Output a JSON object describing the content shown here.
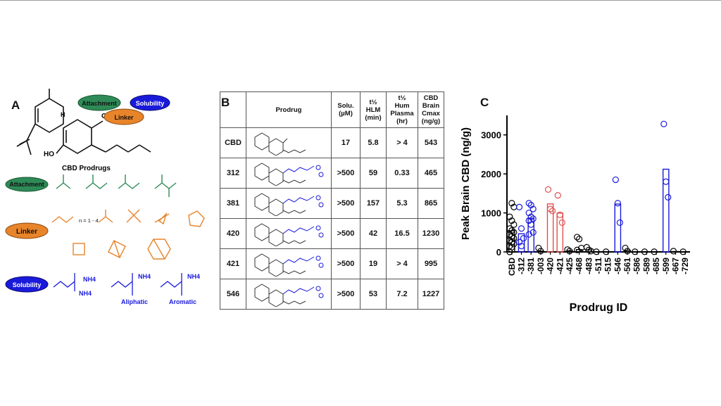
{
  "panel_a": {
    "letter": "A",
    "bubbles": {
      "attachment": "Attachment",
      "linker": "Linker",
      "solubility": "Solubility"
    },
    "caption": "CBD Prodrugs",
    "struct_labels": {
      "h": "H",
      "o": "O",
      "ho": "HO"
    },
    "rows": {
      "attachment": "Attachment",
      "linker": "Linker",
      "solubility": "Solubility"
    },
    "linker_n": "n = 1 - 4",
    "solubility_groups": [
      {
        "counter": "NH4",
        "counter2": "NH4",
        "tag": ""
      },
      {
        "counter": "NH4",
        "tag": "Aliphatic"
      },
      {
        "counter": "NH4",
        "tag": "Aromatic"
      }
    ],
    "colors": {
      "attachment": "#2e8b57",
      "linker": "#e8842a",
      "solubility": "#1a1adb"
    }
  },
  "panel_b": {
    "letter": "B",
    "headers": [
      [
        "",
        ""
      ],
      [
        "Prodrug"
      ],
      [
        "Solu.",
        "(µM)"
      ],
      [
        "t½",
        "HLM",
        "(min)"
      ],
      [
        "t½",
        "Hum",
        "Plasma",
        "(hr)"
      ],
      [
        "CBD",
        "Brain",
        "Cmax",
        "(ng/g)"
      ]
    ],
    "rows": [
      {
        "id": "CBD",
        "solu": "17",
        "hlm": "5.8",
        "plasma": "> 4",
        "cmax": "543"
      },
      {
        "id": "312",
        "solu": ">500",
        "hlm": "59",
        "plasma": "0.33",
        "cmax": "465"
      },
      {
        "id": "381",
        "solu": ">500",
        "hlm": "157",
        "plasma": "5.3",
        "cmax": "865"
      },
      {
        "id": "420",
        "solu": ">500",
        "hlm": "42",
        "plasma": "16.5",
        "cmax": "1230"
      },
      {
        "id": "421",
        "solu": ">500",
        "hlm": "19",
        "plasma": "> 4",
        "cmax": "995"
      },
      {
        "id": "546",
        "solu": ">500",
        "hlm": "53",
        "plasma": "7.2",
        "cmax": "1227"
      }
    ]
  },
  "panel_c": {
    "letter": "C"
  },
  "chart_data": {
    "type": "bar",
    "title": "",
    "xlabel": "Prodrug ID",
    "ylabel": "Peak Brain CBD (ng/g)",
    "ylim": [
      0,
      3500
    ],
    "yticks": [
      0,
      1000,
      2000,
      3000
    ],
    "categories": [
      "CBD",
      "-312",
      "-381",
      "-003",
      "-420",
      "-421",
      "-425",
      "-468",
      "-483",
      "-511",
      "-515",
      "-546",
      "-561",
      "-586",
      "-589",
      "-685",
      "-599",
      "-667",
      "-729"
    ],
    "values": [
      543,
      465,
      865,
      20,
      1230,
      995,
      30,
      60,
      50,
      5,
      5,
      1227,
      40,
      5,
      5,
      5,
      2120,
      10,
      5
    ],
    "colors": [
      "#000000",
      "#1a1adb",
      "#1a1adb",
      "#000000",
      "#e05050",
      "#e05050",
      "#000000",
      "#000000",
      "#000000",
      "#000000",
      "#000000",
      "#1a1adb",
      "#000000",
      "#000000",
      "#000000",
      "#000000",
      "#1a1adb",
      "#000000",
      "#000000"
    ],
    "points": [
      [
        0,
        1250,
        1150,
        900,
        800,
        700,
        600,
        550,
        500,
        450,
        400,
        350,
        300,
        250,
        200,
        150,
        120
      ],
      [
        1150,
        600,
        350,
        250,
        150
      ],
      [
        1250,
        1200,
        1100,
        1000,
        900,
        850,
        800,
        700,
        500,
        450
      ],
      [
        100,
        20
      ],
      [
        1600,
        1100,
        1050
      ],
      [
        1450,
        950,
        750
      ],
      [
        60,
        20
      ],
      [
        380,
        330,
        100,
        50
      ],
      [
        120,
        50,
        20
      ],
      [
        5
      ],
      [
        5
      ],
      [
        1850,
        1250,
        750
      ],
      [
        100,
        20
      ],
      [
        5
      ],
      [
        5
      ],
      [
        5
      ],
      [
        3280,
        1800,
        1400
      ],
      [
        20
      ],
      [
        5
      ]
    ],
    "grid": false
  }
}
